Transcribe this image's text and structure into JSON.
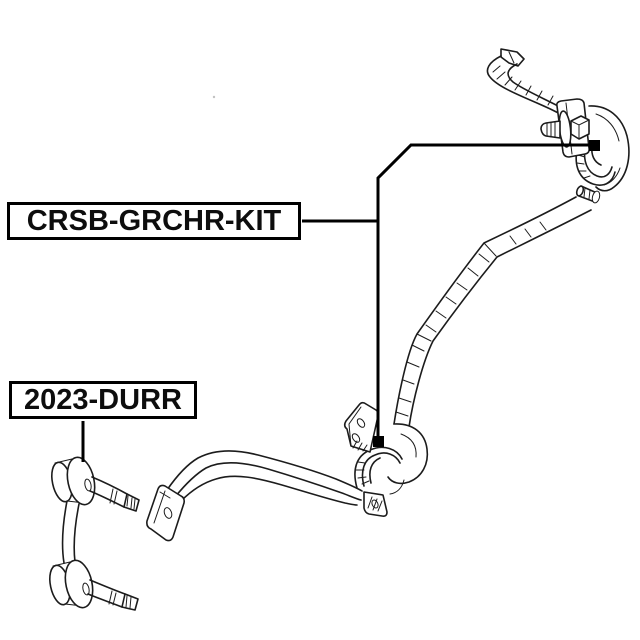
{
  "colors": {
    "background": "#ffffff",
    "drawing_line": "#1c1c1c",
    "leader_line": "#000000",
    "label_border": "#000000",
    "label_text": "#0d0d0d"
  },
  "callouts": {
    "bushing_kit": {
      "text": "CRSB-GRCHR-KIT",
      "target_count": 2
    },
    "stabilizer_link": {
      "text": "2023-DURR",
      "target_count": 1
    }
  },
  "figures": [
    {
      "name": "stabilizer-bar-with-bushing-brackets"
    },
    {
      "name": "front-stabilizer-link"
    }
  ]
}
